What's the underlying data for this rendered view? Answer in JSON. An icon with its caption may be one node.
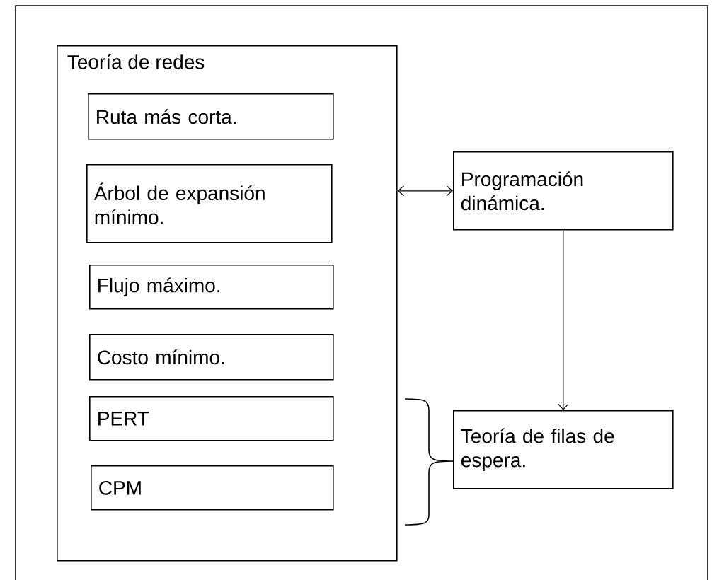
{
  "diagram": {
    "nodes": [
      {
        "text": [
          "Teoría de redes"
        ]
      },
      {
        "text": [
          "Ruta más corta."
        ],
        "in": 0
      },
      {
        "text": [
          "Árbol de expansión mínimo."
        ],
        "in": 0
      },
      {
        "text": [
          "Flujo máximo."
        ],
        "in": 0
      },
      {
        "text": [
          "Costo mínimo."
        ],
        "in": 0
      },
      {
        "text": [
          "PERT"
        ],
        "in": 0
      },
      {
        "text": [
          "CPM"
        ],
        "in": 0
      },
      {
        "text": [
          "Programación dinámica."
        ]
      },
      {
        "text": [
          "Teoría de filas de espera."
        ]
      }
    ],
    "edges": [
      {
        "from": 0,
        "to": 7,
        "arrow": "both"
      },
      {
        "from": 7,
        "to": 8,
        "arrow": "to"
      }
    ]
  }
}
